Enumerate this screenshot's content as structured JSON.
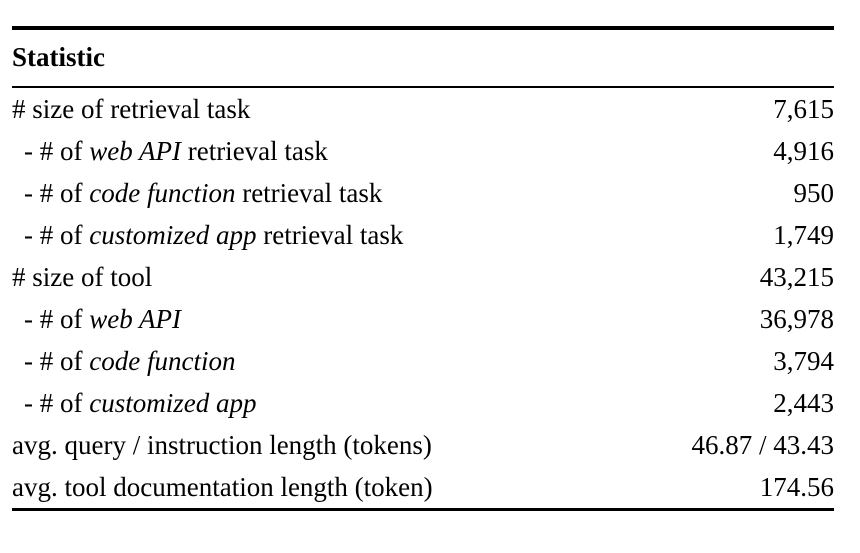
{
  "table": {
    "columns": {
      "statistic_header": "Statistic",
      "value_header": ""
    },
    "rows": [
      {
        "level": "main",
        "prefix": "",
        "text_before": "# size of retrieval task",
        "emphasis": "",
        "text_after": "",
        "label": "# size of retrieval task",
        "value": "7,615"
      },
      {
        "level": "sub",
        "prefix": "- # of ",
        "text_before": "- # of ",
        "emphasis": "web API",
        "text_after": " retrieval task",
        "label": "- # of web API retrieval task",
        "value": "4,916"
      },
      {
        "level": "sub",
        "prefix": "- # of ",
        "text_before": "- # of ",
        "emphasis": "code function",
        "text_after": " retrieval task",
        "label": "- # of code function retrieval task",
        "value": "950"
      },
      {
        "level": "sub",
        "prefix": "- # of ",
        "text_before": "- # of ",
        "emphasis": "customized app",
        "text_after": " retrieval task",
        "label": "- # of customized app retrieval task",
        "value": "1,749"
      },
      {
        "level": "main",
        "prefix": "",
        "text_before": "# size of tool",
        "emphasis": "",
        "text_after": "",
        "label": "# size of tool",
        "value": "43,215"
      },
      {
        "level": "sub",
        "prefix": "- # of ",
        "text_before": "- # of ",
        "emphasis": "web API",
        "text_after": "",
        "label": "- # of web API",
        "value": "36,978"
      },
      {
        "level": "sub",
        "prefix": "- # of ",
        "text_before": "- # of ",
        "emphasis": "code function",
        "text_after": "",
        "label": "- # of code function",
        "value": "3,794"
      },
      {
        "level": "sub",
        "prefix": "- # of ",
        "text_before": "- # of ",
        "emphasis": "customized app",
        "text_after": "",
        "label": "- # of customized app",
        "value": "2,443"
      },
      {
        "level": "main",
        "prefix": "",
        "text_before": "avg. query / instruction length (tokens)",
        "emphasis": "",
        "text_after": "",
        "label": "avg. query / instruction length (tokens)",
        "value": "46.87 / 43.43"
      },
      {
        "level": "main",
        "prefix": "",
        "text_before": "avg. tool documentation length (token)",
        "emphasis": "",
        "text_after": "",
        "label": "avg. tool documentation length (token)",
        "value": "174.56"
      }
    ]
  },
  "chart_data": {
    "type": "table",
    "title": "",
    "columns": [
      "Statistic",
      ""
    ],
    "rows": [
      [
        "# size of retrieval task",
        "7,615"
      ],
      [
        "- # of web API retrieval task",
        "4,916"
      ],
      [
        "- # of code function retrieval task",
        "950"
      ],
      [
        "- # of customized app retrieval task",
        "1,749"
      ],
      [
        "# size of tool",
        "43,215"
      ],
      [
        "- # of web API",
        "36,978"
      ],
      [
        "- # of code function",
        "3,794"
      ],
      [
        "- # of customized app",
        "2,443"
      ],
      [
        "avg. query / instruction length (tokens)",
        "46.87 / 43.43"
      ],
      [
        "avg. tool documentation length (token)",
        "174.56"
      ]
    ]
  }
}
